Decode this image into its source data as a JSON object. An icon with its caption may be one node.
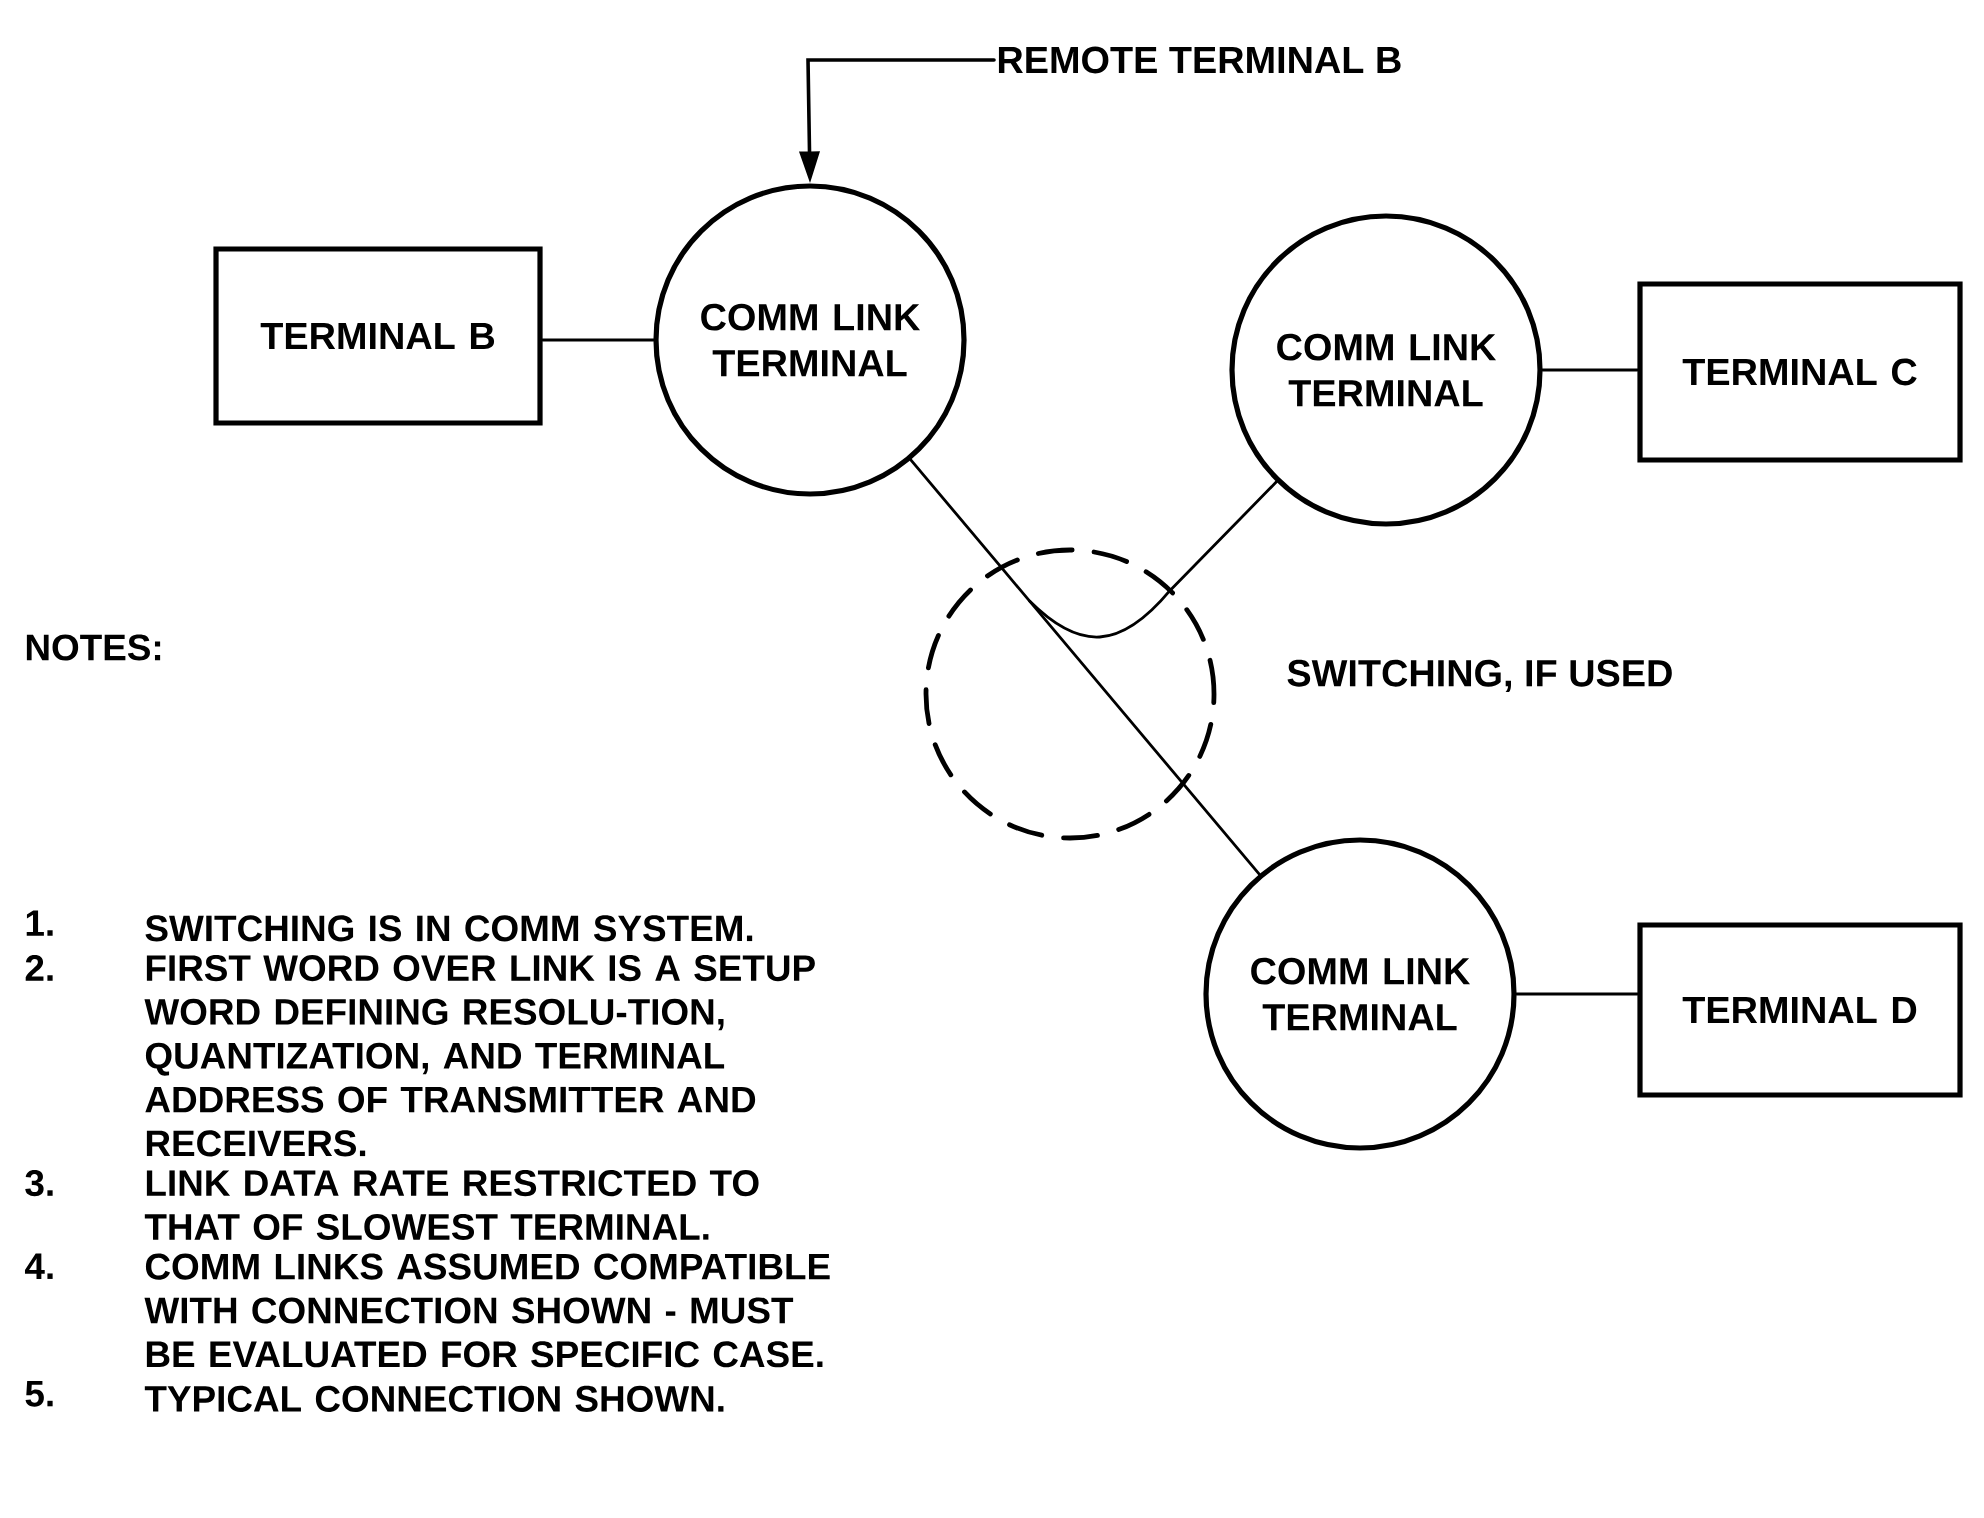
{
  "diagram": {
    "nodes": [
      {
        "text": [
          "REMOTE TERMINAL B"
        ]
      },
      {
        "text": [
          "TERMINAL B"
        ]
      },
      {
        "text": [
          "COMM LINK TERMINAL"
        ]
      },
      {
        "text": [
          "COMM LINK TERMINAL"
        ]
      },
      {
        "text": [
          "TERMINAL C"
        ]
      },
      {
        "text": [],
        "shape": "circle",
        "beside": [
          "SWITCHING, IF USED"
        ]
      },
      {
        "text": [
          "COMM LINK TERMINAL"
        ]
      },
      {
        "text": [
          "TERMINAL D"
        ]
      }
    ],
    "edges": [
      {
        "from": 0,
        "to": 2,
        "arrow": "to"
      },
      {
        "from": 1,
        "to": 2,
        "arrow": "none"
      },
      {
        "from": 3,
        "to": 4,
        "arrow": "none"
      },
      {
        "from": 2,
        "to": 5,
        "arrow": "none"
      },
      {
        "from": 3,
        "to": 5,
        "arrow": "none"
      },
      {
        "from": 5,
        "to": 6,
        "arrow": "none"
      },
      {
        "from": 6,
        "to": 7,
        "arrow": "none"
      }
    ],
    "labels": [
      "NOTES:",
      "1.",
      "SWITCHING IS IN COMM SYSTEM.",
      "2.",
      "FIRST WORD OVER LINK IS A SETUP WORD DEFINING RESOLU-TION, QUANTIZATION, AND TERMINAL ADDRESS OF TRANSMITTER AND RECEIVERS.",
      "3.",
      "LINK DATA RATE RESTRICTED TO THAT OF SLOWEST TERMINAL.",
      "4.",
      "COMM LINKS ASSUMED COMPATIBLE WITH CONNECTION SHOWN - MUST BE EVALUATED FOR SPECIFIC CASE.",
      "5.",
      "TYPICAL CONNECTION SHOWN."
    ]
  }
}
